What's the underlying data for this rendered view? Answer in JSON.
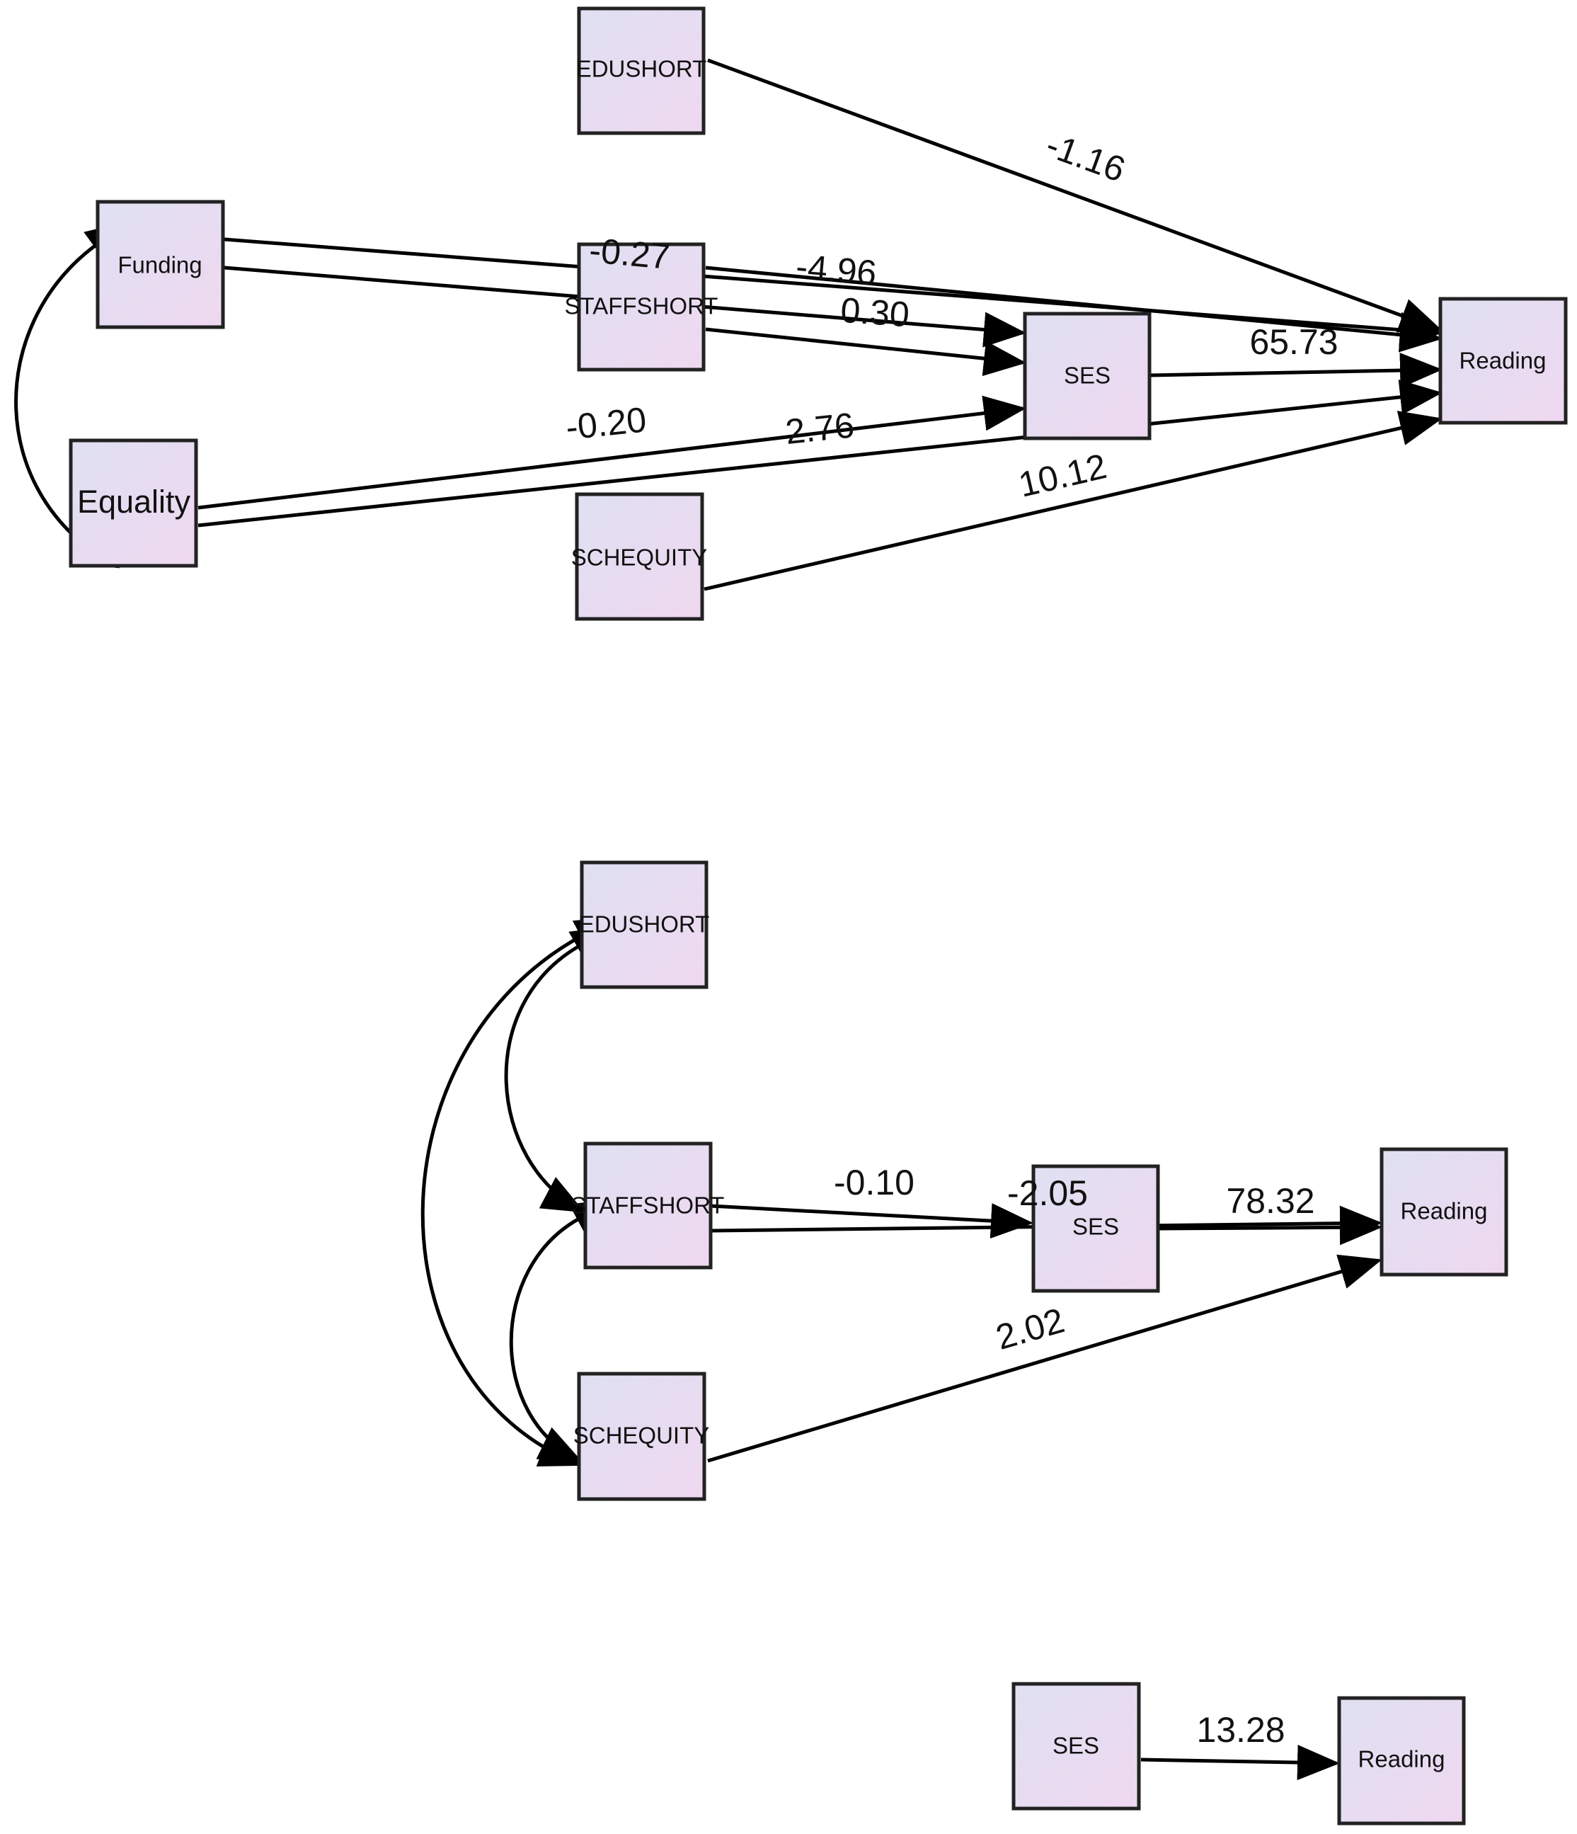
{
  "colors": {
    "box_fill_start": "#dfe0f2",
    "box_fill_end": "#efd8f0",
    "box_stroke": "#222222",
    "line": "#000000"
  },
  "panels": [
    {
      "nodes": [
        {
          "id": "a_edushort",
          "label": "EDUSHORT"
        },
        {
          "id": "a_funding",
          "label": "Funding"
        },
        {
          "id": "a_staffshort",
          "label": "STAFFSHORT"
        },
        {
          "id": "a_ses",
          "label": "SES"
        },
        {
          "id": "a_reading",
          "label": "Reading"
        },
        {
          "id": "a_equality",
          "label": "Equality"
        },
        {
          "id": "a_schequity",
          "label": "SCHEQUITY"
        }
      ],
      "paths": [
        {
          "from": "EDUSHORT",
          "to": "Reading",
          "coefficient": "-1.16"
        },
        {
          "from": "STAFFSHORT",
          "to": "SES",
          "coefficient": "-0.27"
        },
        {
          "from": "STAFFSHORT",
          "to": "Reading",
          "coefficient": "-4.96"
        },
        {
          "from": "Funding",
          "to": "SES",
          "coefficient": "0.30"
        },
        {
          "from": "SES",
          "to": "Reading",
          "coefficient": "65.73"
        },
        {
          "from": "Equality",
          "to": "SES",
          "coefficient": "-0.20"
        },
        {
          "from": "Equality",
          "to": "Reading",
          "coefficient": "2.76"
        },
        {
          "from": "SCHEQUITY",
          "to": "Reading",
          "coefficient": "10.12"
        }
      ]
    },
    {
      "nodes": [
        {
          "id": "b_edushort",
          "label": "EDUSHORT"
        },
        {
          "id": "b_staffshort",
          "label": "STAFFSHORT"
        },
        {
          "id": "b_ses",
          "label": "SES"
        },
        {
          "id": "b_reading",
          "label": "Reading"
        },
        {
          "id": "b_schequity",
          "label": "SCHEQUITY"
        }
      ],
      "paths": [
        {
          "from": "STAFFSHORT",
          "to": "SES",
          "coefficient": "-0.10"
        },
        {
          "from": "STAFFSHORT",
          "to": "Reading",
          "coefficient": "-2.05"
        },
        {
          "from": "SES",
          "to": "Reading",
          "coefficient": "78.32"
        },
        {
          "from": "SCHEQUITY",
          "to": "Reading",
          "coefficient": "2.02"
        }
      ]
    },
    {
      "nodes": [
        {
          "id": "c_ses",
          "label": "SES"
        },
        {
          "id": "c_reading",
          "label": "Reading"
        }
      ],
      "paths": [
        {
          "from": "SES",
          "to": "Reading",
          "coefficient": "13.28"
        }
      ]
    }
  ]
}
